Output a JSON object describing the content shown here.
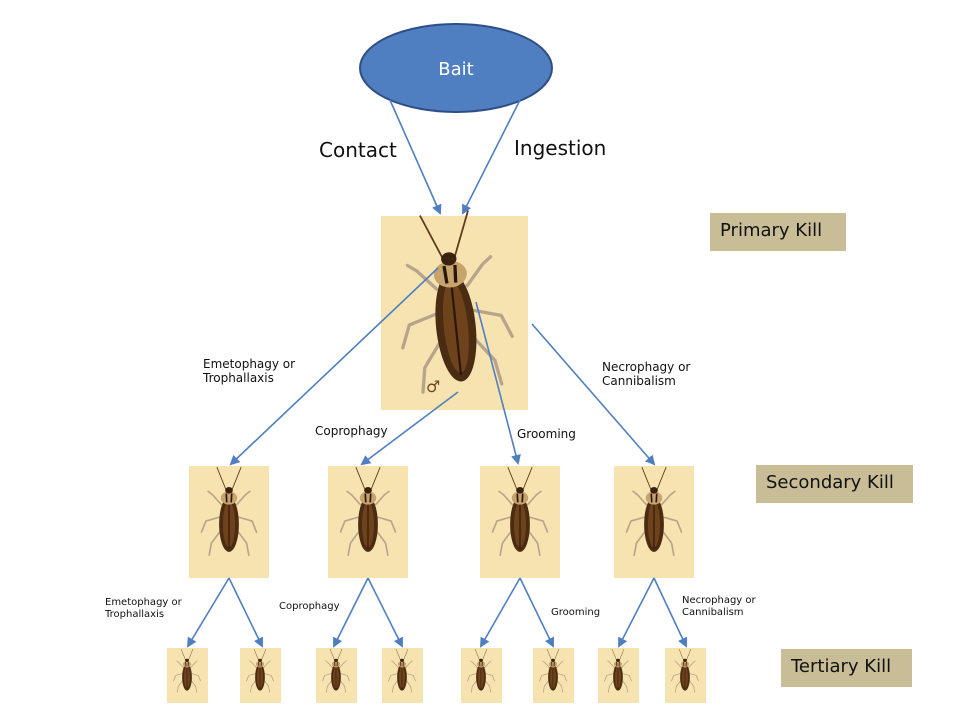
{
  "bait": {
    "label": "Bait",
    "fill": "#4f7fc1",
    "stroke": "#2e4f86"
  },
  "primary_routes": {
    "contact": "Contact",
    "ingestion": "Ingestion"
  },
  "levels": {
    "primary": "Primary Kill",
    "secondary": "Secondary Kill",
    "tertiary": "Tertiary Kill"
  },
  "secondary_routes": {
    "emetophagy": [
      "Emetophagy or",
      "Trophallaxis"
    ],
    "coprophagy": "Coprophagy",
    "grooming": "Grooming",
    "necrophagy": [
      "Necrophagy or",
      "Cannibalism"
    ]
  },
  "tertiary_routes": {
    "emetophagy": [
      "Emetophagy or",
      "Trophallaxis"
    ],
    "coprophagy": "Coprophagy",
    "grooming": "Grooming",
    "necrophagy": [
      "Necrophagy or",
      "Cannibalism"
    ]
  },
  "primary_symbol": "♂",
  "colors": {
    "arrow": "#4f7fc1",
    "card_bg": "#f7e3b0",
    "level_bg": "#c8bd96",
    "roach_body": "#4a2c12",
    "roach_legs": "#b7a48a"
  },
  "icons": {
    "insect": "cockroach-icon"
  }
}
